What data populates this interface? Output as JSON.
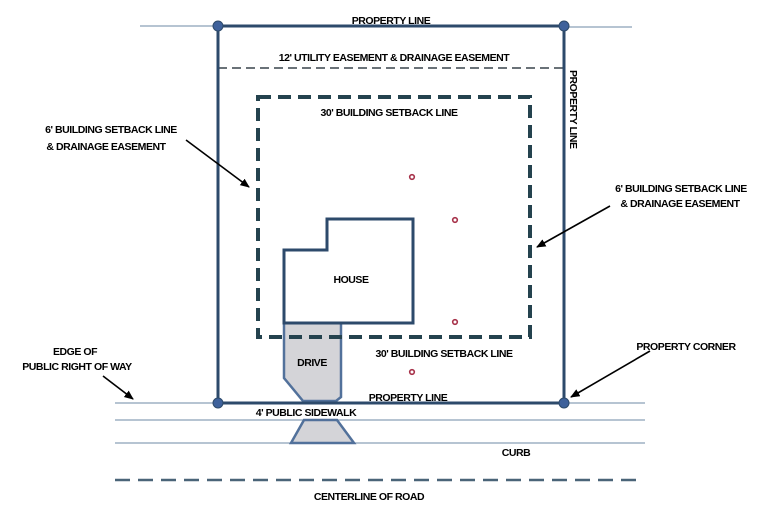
{
  "labels": {
    "property_line_top": "PROPERTY LINE",
    "utility_easement": "12' UTILITY EASEMENT & DRAINAGE EASEMENT",
    "property_line_right": "PROPERTY LINE",
    "setback_line_top": "30' BUILDING SETBACK LINE",
    "setback_left_line1": "6' BUILDING SETBACK LINE",
    "setback_left_line2": "& DRAINAGE EASEMENT",
    "setback_right_line1": "6' BUILDING SETBACK LINE",
    "setback_right_line2": "& DRAINAGE EASEMENT",
    "house": "HOUSE",
    "drive": "DRIVE",
    "setback_line_bottom": "30' BUILDING SETBACK LINE",
    "property_line_bottom": "PROPERTY LINE",
    "public_sidewalk": "4' PUBLIC SIDEWALK",
    "property_corner": "PROPERTY CORNER",
    "edge_of_row_line1": "EDGE OF",
    "edge_of_row_line2": "PUBLIC RIGHT OF WAY",
    "curb": "CURB",
    "centerline_of_road": "CENTERLINE OF ROAD"
  },
  "colors": {
    "property_line": "#2d4a6b",
    "corner_dot": "#3e619b",
    "thin_line": "#8ba1b8",
    "setback_dash": "#24424e",
    "easement_dash": "#555e66",
    "centerline_dash": "#4a6478",
    "drive_fill": "#d4d4d8",
    "drive_stroke": "#52719b",
    "red_marker": "#a7324a",
    "label_text": "#000000"
  }
}
